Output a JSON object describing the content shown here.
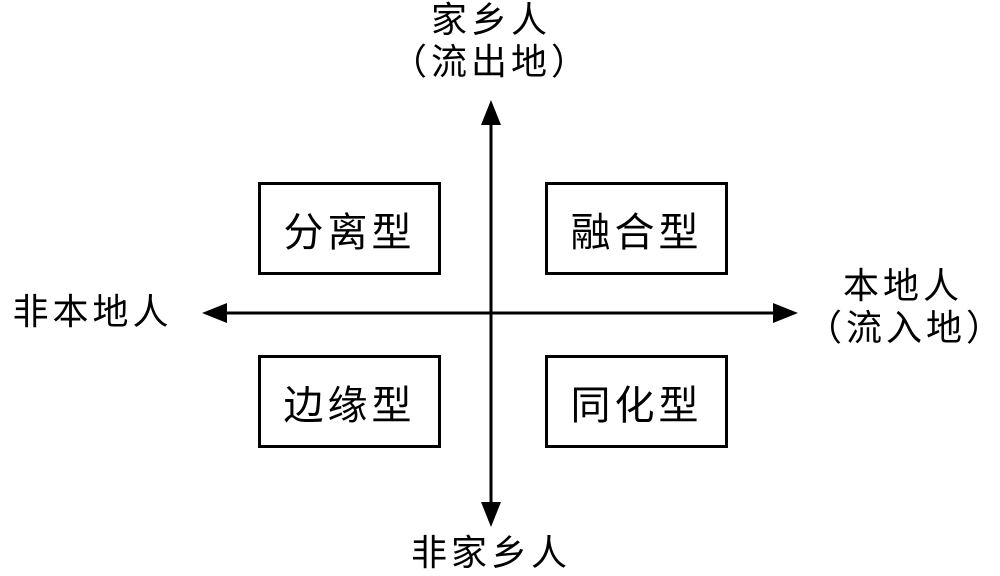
{
  "axes": {
    "top": {
      "line1": "家乡人",
      "line2": "（流出地）"
    },
    "bottom": {
      "line1": "非家乡人"
    },
    "left": {
      "line1": "非本地人"
    },
    "right": {
      "line1": "本地人",
      "line2": "（流入地）"
    }
  },
  "quadrants": {
    "top_left": "分离型",
    "top_right": "融合型",
    "bottom_left": "边缘型",
    "bottom_right": "同化型"
  },
  "colors": {
    "stroke": "#000000",
    "background": "#ffffff"
  }
}
